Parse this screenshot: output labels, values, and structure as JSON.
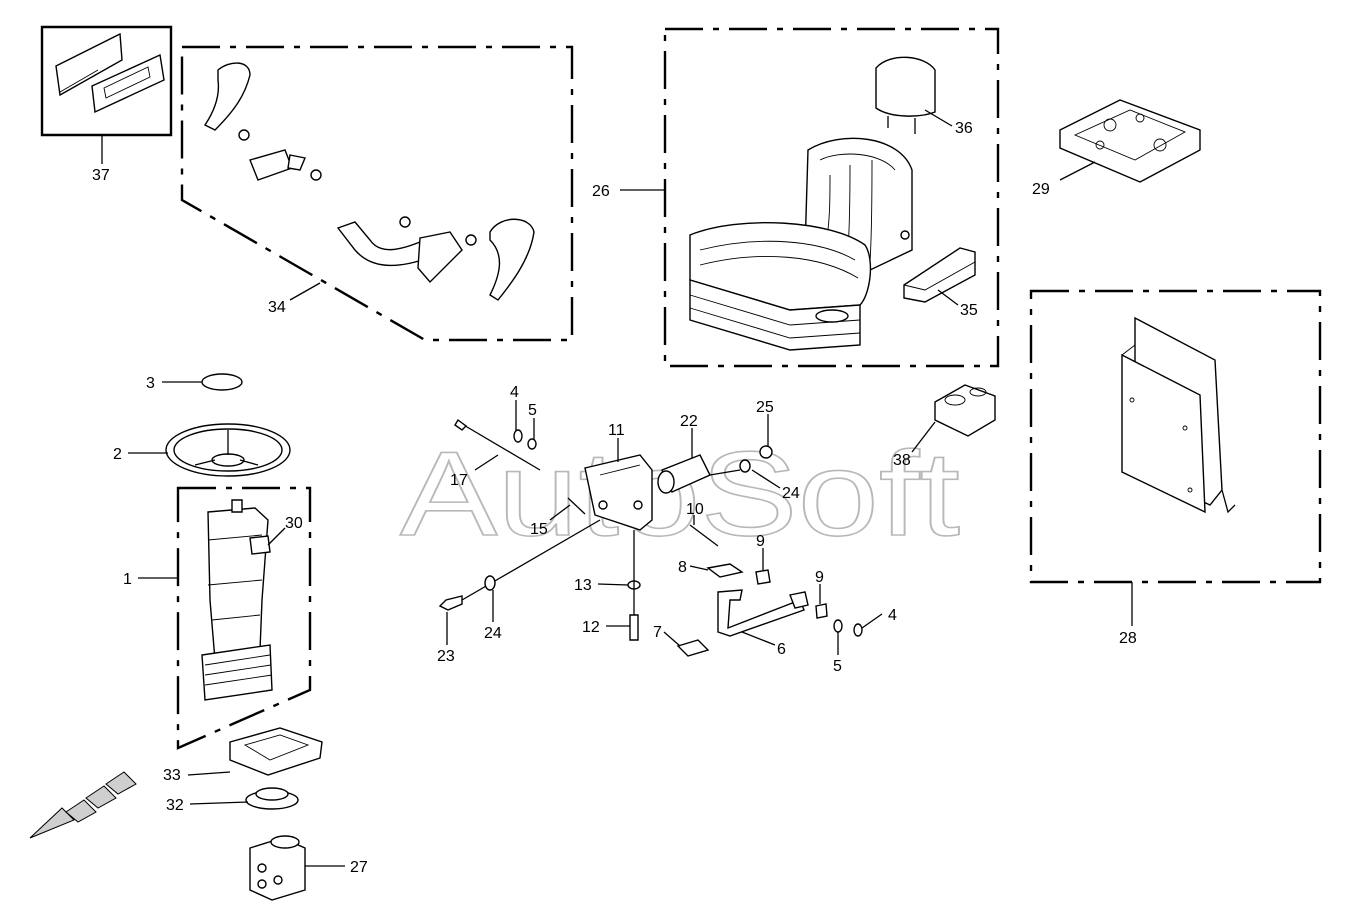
{
  "watermark": "AutoSoft",
  "callouts": {
    "c1": "1",
    "c2": "2",
    "c3": "3",
    "c4a": "4",
    "c4b": "4",
    "c5a": "5",
    "c5b": "5",
    "c6": "6",
    "c7": "7",
    "c8": "8",
    "c9a": "9",
    "c9b": "9",
    "c10": "10",
    "c11": "11",
    "c12": "12",
    "c13": "13",
    "c15": "15",
    "c17": "17",
    "c22": "22",
    "c23": "23",
    "c24a": "24",
    "c24b": "24",
    "c25": "25",
    "c26": "26",
    "c27": "27",
    "c28": "28",
    "c29": "29",
    "c30": "30",
    "c32": "32",
    "c33": "33",
    "c34": "34",
    "c35": "35",
    "c36": "36",
    "c37": "37",
    "c38": "38"
  }
}
